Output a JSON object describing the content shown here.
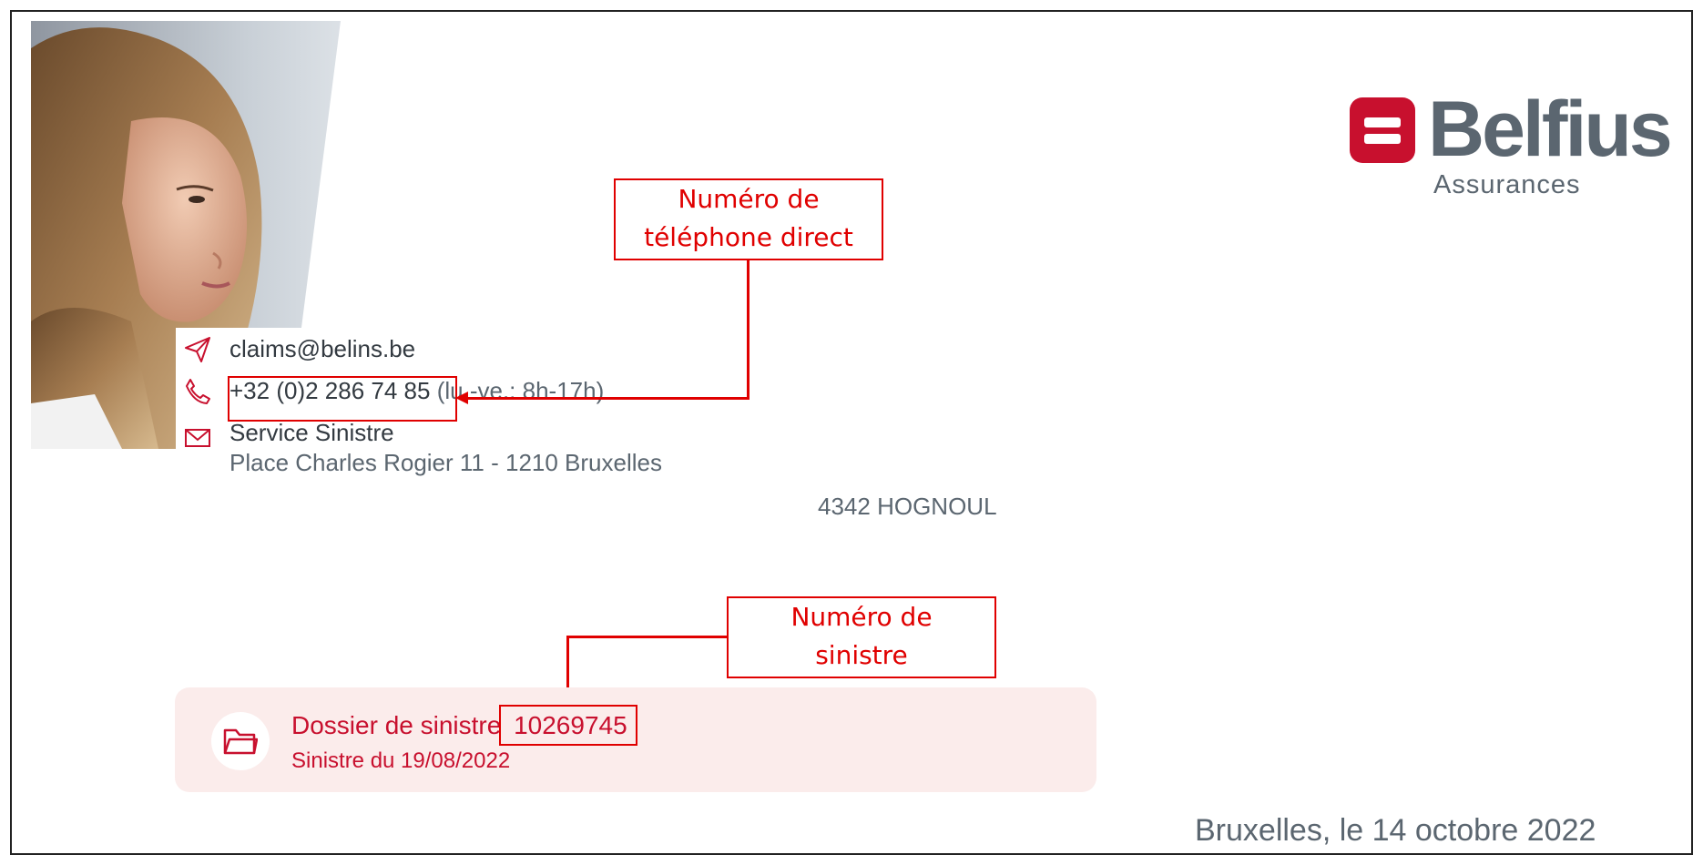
{
  "brand": {
    "name": "Belfius",
    "sub": "Assurances",
    "accent": "#c8102e",
    "text_grey": "#5b6670"
  },
  "contact": {
    "email": "claims@belins.be",
    "phone": "+32 (0)2 286 74 85",
    "hours": "(lu.-ve.: 8h-17h)",
    "service": "Service Sinistre",
    "address": "Place Charles Rogier 11 - 1210 Bruxelles"
  },
  "recipient": {
    "city_line": "4342 HOGNOUL"
  },
  "dossier": {
    "label": "Dossier de sinistre",
    "number": "10269745",
    "date_line": "Sinistre du 19/08/2022"
  },
  "letter_date": "Bruxelles, le 14 octobre 2022",
  "annotations": {
    "phone_note_line1": "Numéro de",
    "phone_note_line2": "téléphone direct",
    "claim_note_line1": "Numéro de",
    "claim_note_line2": "sinistre",
    "color": "#e00000"
  },
  "icons": {
    "email": "send-icon",
    "phone": "phone-icon",
    "mail": "envelope-icon",
    "folder": "folder-icon"
  }
}
